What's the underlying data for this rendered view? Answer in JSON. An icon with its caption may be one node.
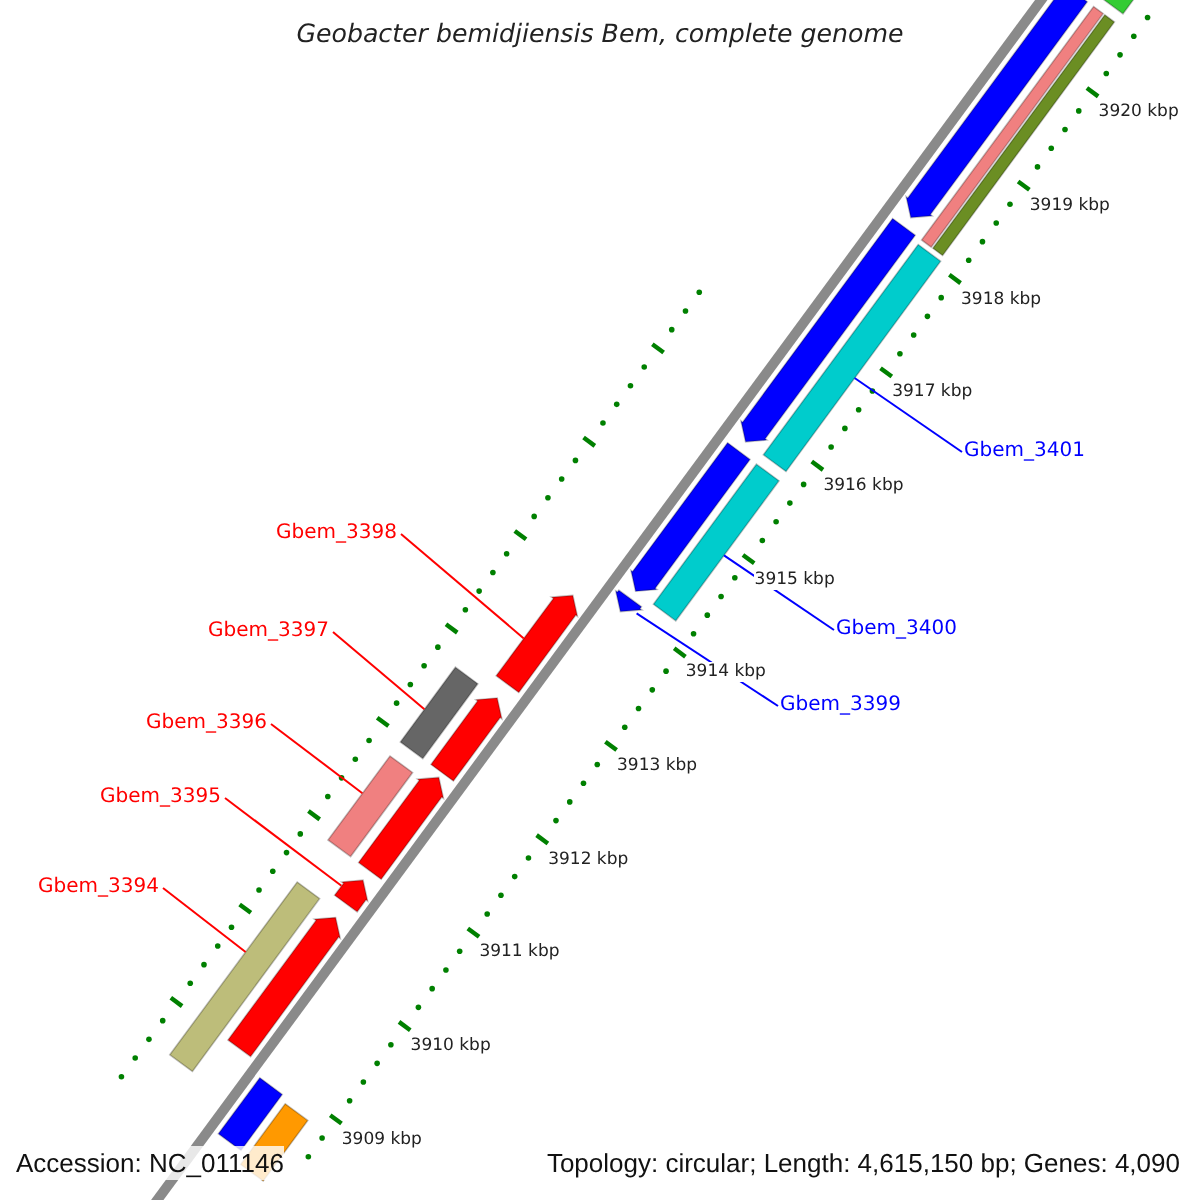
{
  "diagram": {
    "title": "Geobacter bemidjiensis Bem, complete genome",
    "nodes": [
      {
        "text": [
          "Gbem_3401"
        ]
      },
      {
        "text": [
          "Gbem_3398"
        ]
      },
      {
        "text": [
          "Gbem_3400"
        ]
      },
      {
        "text": [
          "Gbem_3397"
        ]
      },
      {
        "text": [
          "Gbem_3399"
        ]
      },
      {
        "text": [
          "Gbem_3396"
        ]
      },
      {
        "text": [
          "Gbem_3395"
        ]
      },
      {
        "text": [
          "Gbem_3394"
        ]
      },
      {
        "text": [],
        "shape": "bar"
      },
      {
        "text": [],
        "shape": "arrow"
      },
      {
        "text": [],
        "shape": "bar"
      },
      {
        "text": [],
        "shape": "bar"
      },
      {
        "text": [],
        "shape": "arrow"
      },
      {
        "text": [],
        "shape": "bar"
      },
      {
        "text": [],
        "shape": "arrow"
      },
      {
        "text": [],
        "shape": "bar"
      },
      {
        "text": [],
        "shape": "bar"
      },
      {
        "text": [],
        "shape": "bar"
      },
      {
        "text": [],
        "shape": "arrow"
      },
      {
        "text": [],
        "shape": "arrow"
      },
      {
        "text": [],
        "shape": "arrow"
      },
      {
        "text": [],
        "shape": "arrow"
      },
      {
        "text": [],
        "shape": "arrow"
      },
      {
        "text": [],
        "shape": "arrow"
      },
      {
        "text": [],
        "shape": "bar"
      },
      {
        "text": [],
        "shape": "bar"
      },
      {
        "text": [],
        "shape": "bar"
      }
    ],
    "edges": [
      {
        "from": 0,
        "to": 8,
        "arrow": "none",
        "color": "#0000ff"
      },
      {
        "from": 1,
        "to": 9,
        "arrow": "none"
      },
      {
        "from": 2,
        "to": 10,
        "arrow": "none",
        "color": "#0000ff"
      },
      {
        "from": 3,
        "to": 11,
        "arrow": "none"
      },
      {
        "from": 4,
        "to": 12,
        "arrow": "none",
        "color": "#0000ff"
      },
      {
        "from": 5,
        "to": 13,
        "arrow": "none"
      },
      {
        "from": 6,
        "to": 14,
        "arrow": "none"
      },
      {
        "from": 7,
        "to": 15,
        "arrow": "none"
      }
    ],
    "labels": [
      "3920 kbp",
      "3919 kbp",
      "3918 kbp",
      "3917 kbp",
      "3916 kbp",
      "3915 kbp",
      "3914 kbp",
      "3913 kbp",
      "3912 kbp",
      "3911 kbp",
      "3910 kbp",
      "3909 kbp",
      "Accession: NC_011146",
      "Topology: circular; Length: 4,615,150 bp; Genes: 4,090"
    ]
  }
}
